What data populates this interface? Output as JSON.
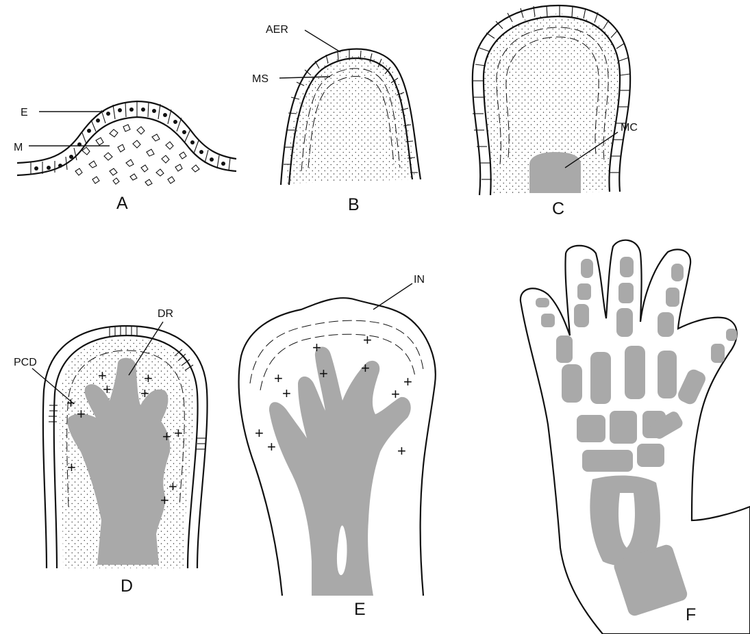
{
  "panels": [
    {
      "letter": "A",
      "labels": [
        "E",
        "M"
      ]
    },
    {
      "letter": "B",
      "labels": [
        "AER",
        "MS"
      ]
    },
    {
      "letter": "C",
      "labels": [
        "MC"
      ]
    },
    {
      "letter": "D",
      "labels": [
        "DR",
        "PCD"
      ]
    },
    {
      "letter": "E",
      "labels": [
        "IN"
      ]
    },
    {
      "letter": "F",
      "labels": []
    }
  ],
  "colors": {
    "ink": "#111111",
    "cartilage": "#a9a9a9",
    "background": "#ffffff"
  }
}
